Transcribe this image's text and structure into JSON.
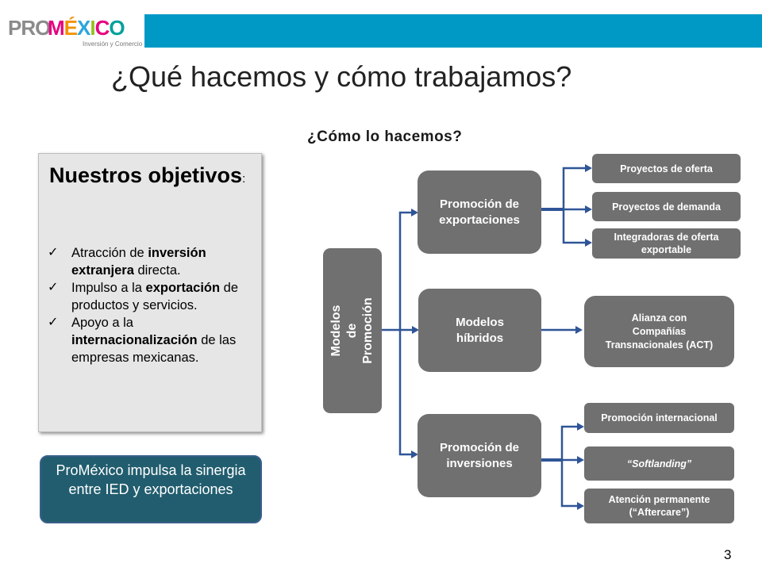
{
  "header": {
    "logo_pro": "PRO",
    "logo_mexico_letters": [
      "M",
      "É",
      "X",
      "I",
      "C",
      "O"
    ],
    "logo_mexico_colors": [
      "#e6007e",
      "#f39200",
      "#2ba6de",
      "#95c11f",
      "#e6007e",
      "#00a19a"
    ],
    "logo_tagline": "Inversión y Comercio",
    "bar_color": "#0099c6"
  },
  "title": "¿Qué hacemos y cómo trabajamos?",
  "objectives": {
    "title": "Nuestros objetivos",
    "colon": ":",
    "items": [
      {
        "pre": "Atracción de ",
        "bold": "inversión extranjera",
        "post": " directa."
      },
      {
        "pre": "Impulso a la ",
        "bold": "exportación",
        "post": " de productos y servicios."
      },
      {
        "pre": "Apoyo a la ",
        "bold": "internacionalización",
        "post": " de las empresas mexicanas."
      }
    ],
    "check_glyph": "✓"
  },
  "sinergia_text": "ProMéxico impulsa la sinergia entre IED y exportaciones",
  "diagram": {
    "heading": "¿Cómo lo hacemos?",
    "root": "Modelos de Promoción",
    "branches": {
      "exportaciones": "Promoción de exportaciones",
      "hibridos": "Modelos híbridos",
      "inversiones": "Promoción de inversiones"
    },
    "leaves": {
      "proyectos_oferta": "Proyectos de oferta",
      "proyectos_demanda": "Proyectos de demanda",
      "integradoras": "Integradoras de oferta exportable",
      "act": "Alianza con Compañías Transnacionales (ACT)",
      "promo_internacional": "Promoción internacional",
      "softlanding": "“Softlanding”",
      "aftercare": "Atención permanente (“Aftercare”)"
    },
    "connector_color": "#2f5597",
    "box_color": "#707070"
  },
  "page_number": "3"
}
